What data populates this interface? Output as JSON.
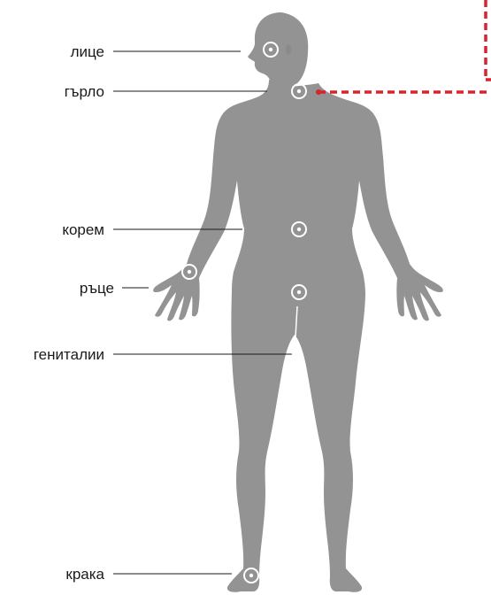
{
  "diagram": {
    "labels": {
      "face": "лице",
      "throat": "гърло",
      "abdomen": "корем",
      "hands": "ръце",
      "genitals": "гениталии",
      "feet": "крака"
    },
    "colors": {
      "body": "#939393",
      "marker": "#ffffff",
      "leader_line": "#1a1a1a",
      "callout": "#d9232d"
    },
    "icons": {
      "marker": "target-circle-icon"
    }
  }
}
